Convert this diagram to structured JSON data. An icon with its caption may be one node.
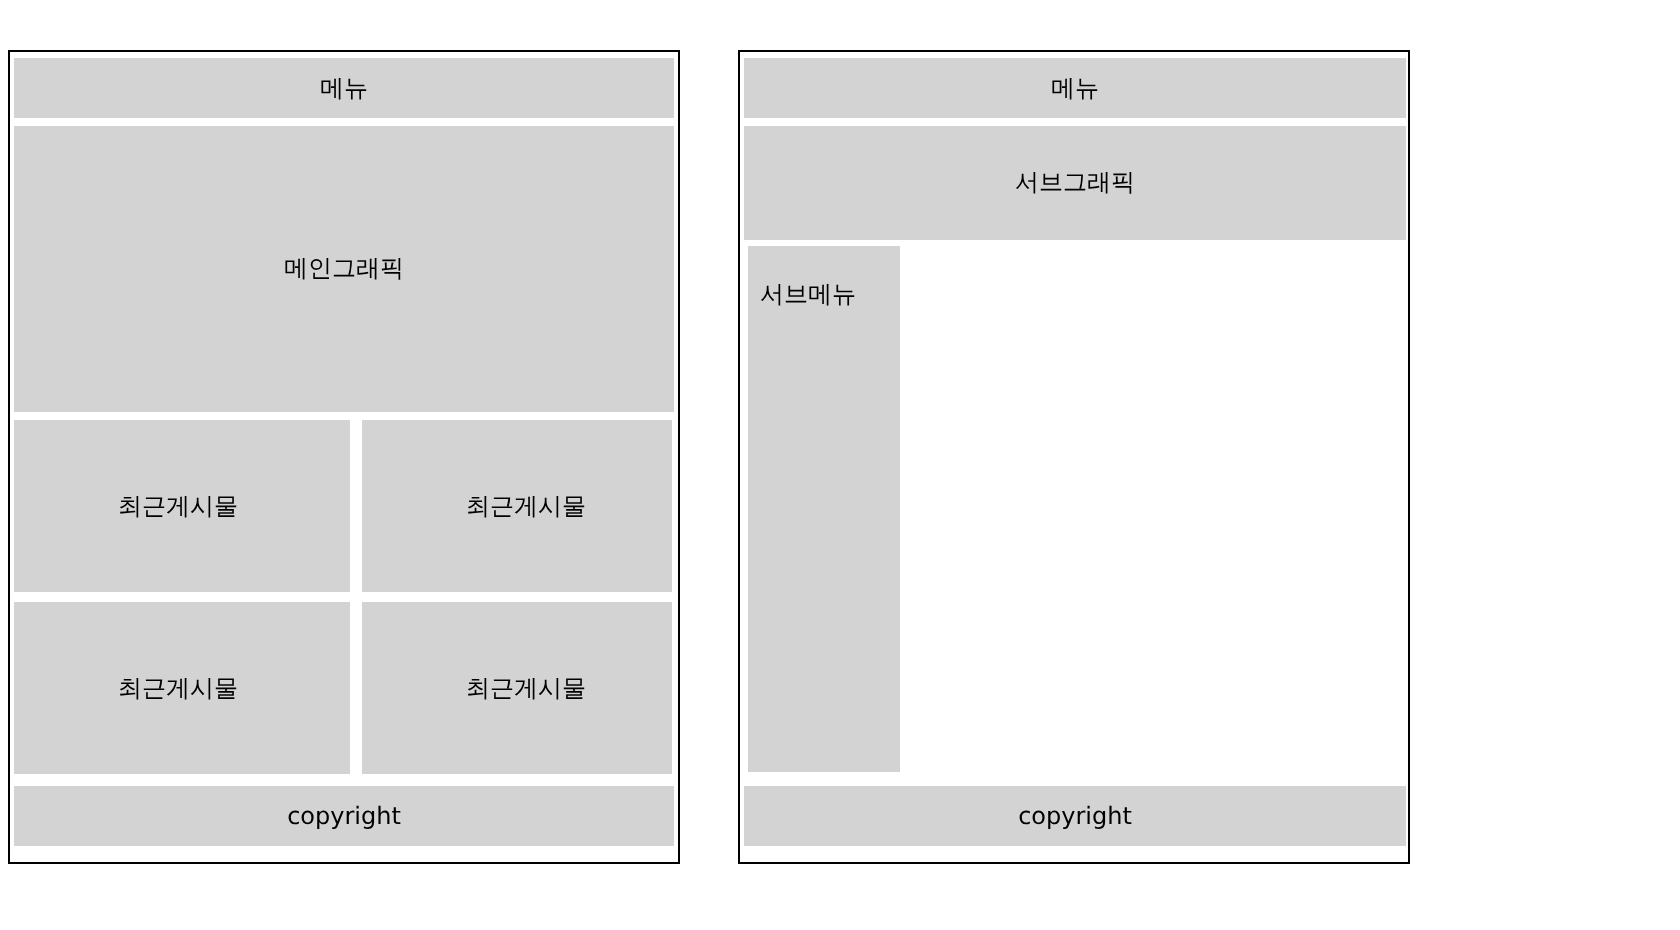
{
  "diagram": {
    "nodes": [
      {
        "text": [],
        "shape": "box"
      },
      {
        "text": [
          "메뉴"
        ],
        "in": 0
      },
      {
        "text": [
          "메인그래픽"
        ],
        "in": 0
      },
      {
        "text": [
          "최근게시물"
        ],
        "in": 0
      },
      {
        "text": [
          "최근게시물"
        ],
        "in": 0
      },
      {
        "text": [
          "최근게시물"
        ],
        "in": 0
      },
      {
        "text": [
          "최근게시물"
        ],
        "in": 0
      },
      {
        "text": [
          "copyright"
        ],
        "in": 0
      },
      {
        "text": [],
        "shape": "box"
      },
      {
        "text": [
          "메뉴"
        ],
        "in": 8
      },
      {
        "text": [
          "서브그래픽"
        ],
        "in": 8
      },
      {
        "text": [
          "서브메뉴"
        ],
        "in": 8
      },
      {
        "text": [
          "copyright"
        ],
        "in": 8
      }
    ]
  }
}
